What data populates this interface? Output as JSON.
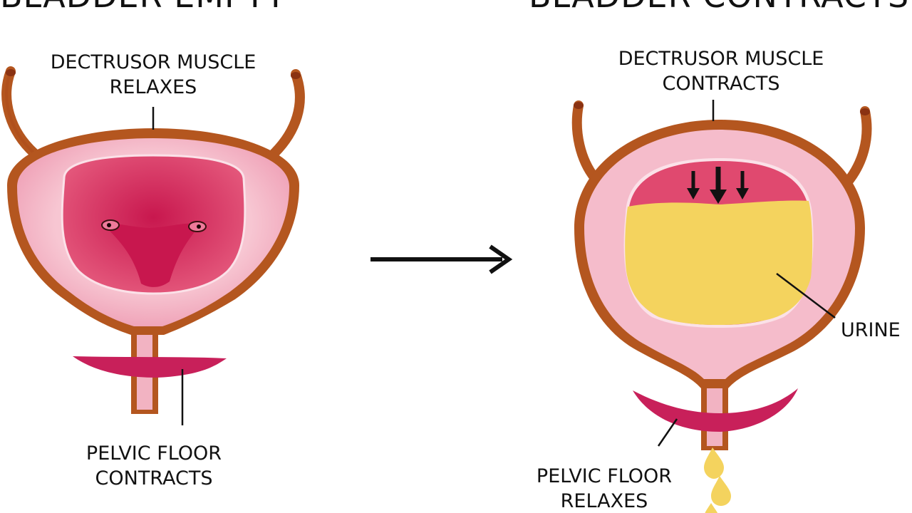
{
  "headings": {
    "left": "BLADDER EMPTY",
    "right": "BLADDER CONTRACTS"
  },
  "labels": {
    "left_muscle_line1": "DECTRUSOR MUSCLE",
    "left_muscle_line2": "RELAXES",
    "left_floor_line1": "PELVIC FLOOR",
    "left_floor_line2": "CONTRACTS",
    "right_muscle_line1": "DECTRUSOR MUSCLE",
    "right_muscle_line2": "CONTRACTS",
    "urine": "URINE",
    "right_floor_line1": "PELVIC FLOOR",
    "right_floor_line2": "RELAXES"
  },
  "colors": {
    "wall_outline": "#b4561f",
    "bladder_outer": "#f2b3c2",
    "bladder_inner": "#e0496f",
    "bladder_deep": "#c8174e",
    "pelvic_floor": "#c8205a",
    "urine": "#f4d35e"
  }
}
